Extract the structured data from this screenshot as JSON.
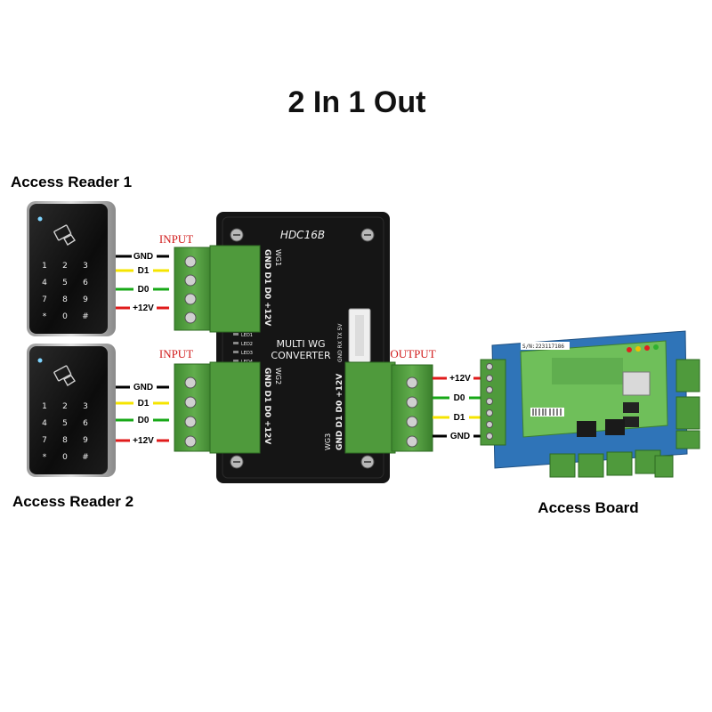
{
  "title": "2 In 1 Out",
  "readers": [
    {
      "label": "Access Reader 1",
      "port_label": "INPUT"
    },
    {
      "label": "Access Reader 2",
      "port_label": "INPUT"
    }
  ],
  "converter": {
    "model": "HDC16B",
    "name_line1": "MULTI WG",
    "name_line2": "CONVERTER",
    "wg1_label": "WG1",
    "wg2_label": "WG2",
    "wg3_label": "WG3",
    "wg1_pins": "GND D1 D0 +12V",
    "wg2_pins": "GND D1 D0 +12V",
    "wg3_pins": "GND D1 D0 +12V",
    "serial_pins": "GND RX TX 5V",
    "leds": [
      "LED1",
      "LED2",
      "LED3",
      "LED4"
    ]
  },
  "input_wires": [
    "GND",
    "D1",
    "D0",
    "+12V"
  ],
  "output": {
    "port_label": "OUTPUT",
    "wires": [
      "+12V",
      "D0",
      "D1",
      "GND"
    ]
  },
  "board": {
    "label": "Access Board",
    "serial": "S/N:223117186"
  },
  "colors": {
    "gnd": "#000000",
    "d1": "#f5e400",
    "d0": "#17a817",
    "v12": "#e01b1b",
    "terminal_green": "#4f9a3c",
    "pcb_blue": "#2f74b8",
    "pcb_green": "#6fbf5a",
    "converter_black": "#151515"
  }
}
